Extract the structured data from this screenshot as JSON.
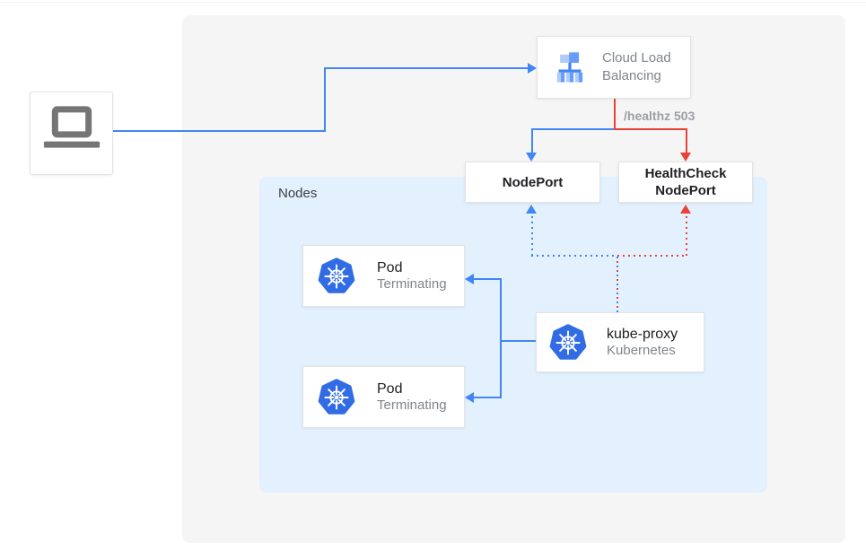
{
  "colors": {
    "blue_line": "#4285f4",
    "red_line": "#ea4335",
    "nodes_panel_bg": "#e3f0fd",
    "outer_panel_bg": "#f5f5f5",
    "kubernetes_blue": "#326ce5",
    "lb_icon_light_blue": "#aecbfa",
    "lb_icon_mid_blue": "#669df6",
    "laptop_gray": "#757575",
    "text_dark": "#202124",
    "text_gray": "#80868b"
  },
  "diagram": {
    "client": {
      "icon": "laptop-icon"
    },
    "cloud_load_balancing": {
      "icon": "load-balancer-icon",
      "lines": [
        "Cloud Load",
        "Balancing"
      ]
    },
    "health_check_label": "/healthz 503",
    "node_port": {
      "label": "NodePort"
    },
    "health_check_node_port": {
      "lines": [
        "HealthCheck",
        "NodePort"
      ]
    },
    "nodes_group": {
      "label": "Nodes"
    },
    "pods": [
      {
        "icon": "kubernetes-icon",
        "title": "Pod",
        "status": "Terminating"
      },
      {
        "icon": "kubernetes-icon",
        "title": "Pod",
        "status": "Terminating"
      }
    ],
    "kube_proxy": {
      "icon": "kubernetes-icon",
      "title": "kube-proxy",
      "subtitle": "Kubernetes"
    }
  }
}
